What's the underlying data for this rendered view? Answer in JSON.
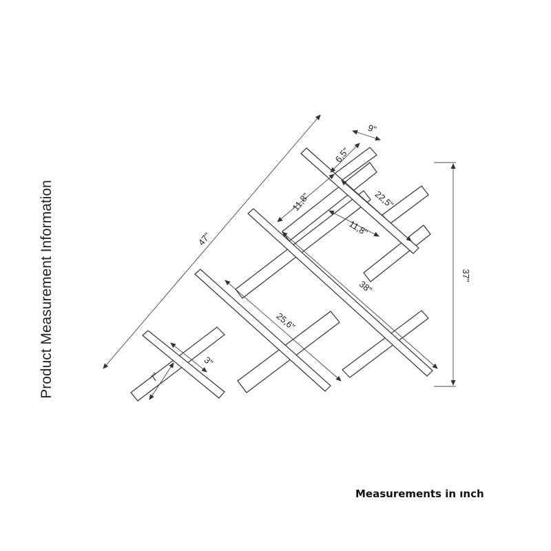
{
  "side_title": "Product Measurement Information",
  "units_note": "Measurements in ınch",
  "dimensions": {
    "overall_diagonal": "47\"",
    "height": "37\"",
    "depth": "9\"",
    "top_overhang": "6,5\"",
    "top_shelf_length": "22,5\"",
    "vertical_gap_1": "11,8\"",
    "vertical_gap_2": "11,8\"",
    "long_shelf_length": "38\"",
    "mid_shelf_length": "25,6\"",
    "small_overhang": "3\"",
    "small_shelf_depth": "7\""
  }
}
